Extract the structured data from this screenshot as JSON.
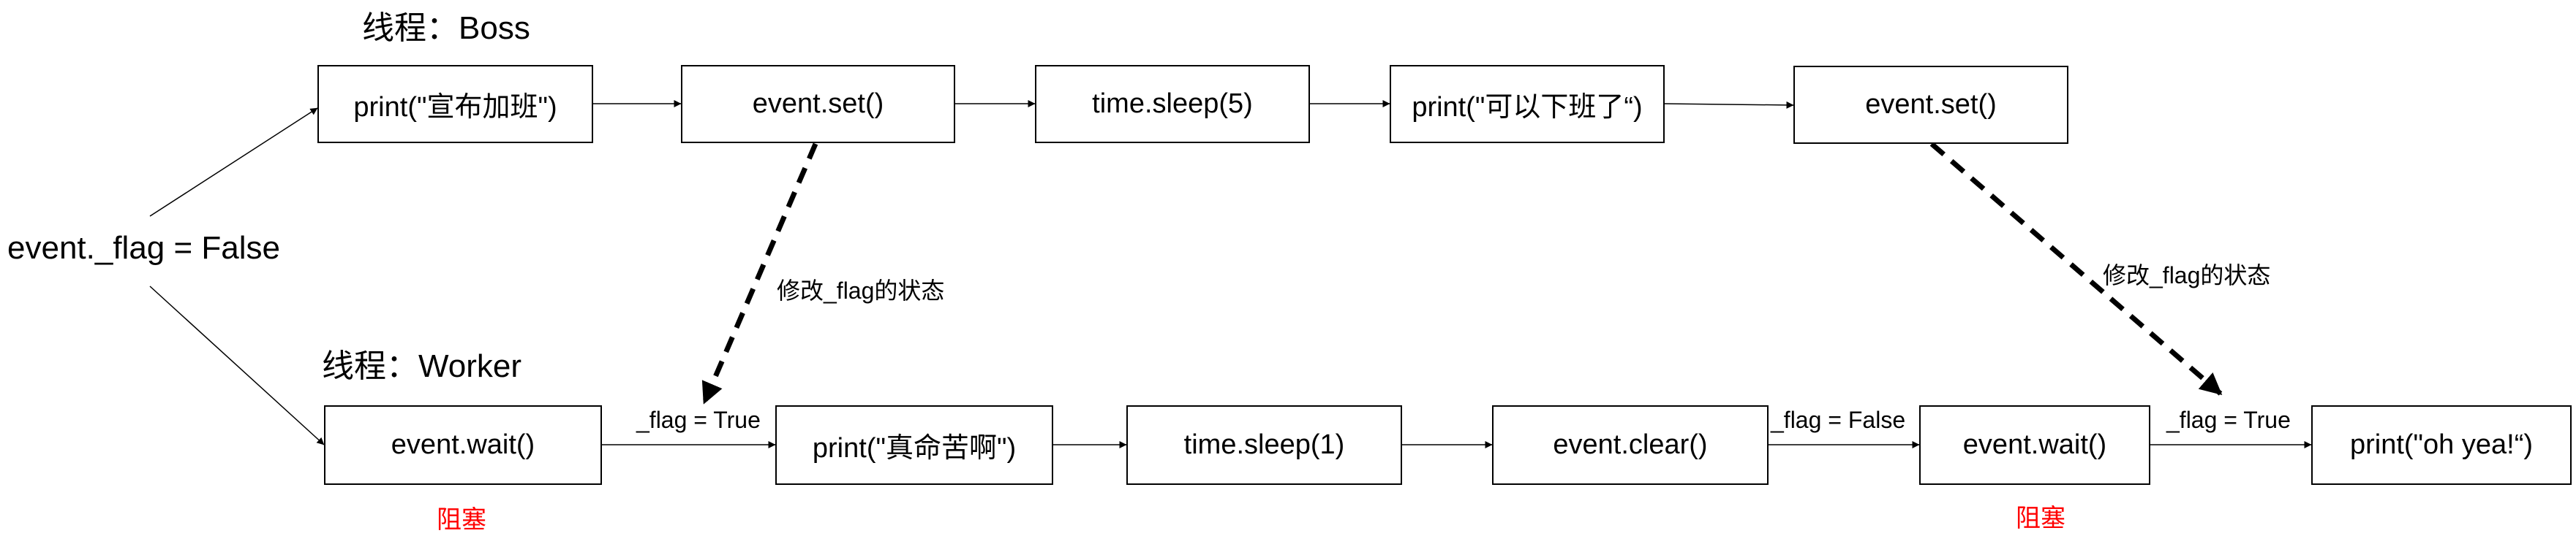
{
  "start_label": "event._flag = False",
  "boss": {
    "title": "线程：Boss",
    "nodes": [
      "print(\"宣布加班\")",
      "event.set()",
      "time.sleep(5)",
      "print(\"可以下班了“)",
      "event.set()"
    ]
  },
  "worker": {
    "title": "线程：Worker",
    "nodes": [
      "event.wait()",
      "print(\"真命苦啊\")",
      "time.sleep(1)",
      "event.clear()",
      "event.wait()",
      "print(\"oh yea!“)"
    ],
    "edge_labels": [
      "_flag = True",
      "_flag = False",
      "_flag = True"
    ],
    "block_label": "阻塞"
  },
  "signal_label": "修改_flag的状态",
  "colors": {
    "line": "#000000",
    "block_text": "#ff0000"
  }
}
